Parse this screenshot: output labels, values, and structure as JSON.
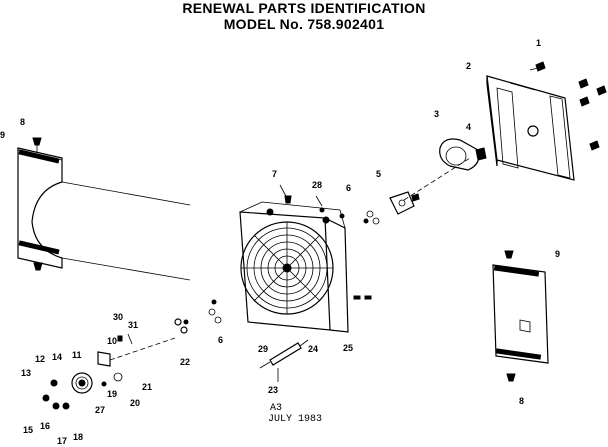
{
  "title": {
    "line1": "RENEWAL PARTS IDENTIFICATION",
    "line2": "MODEL No. 758.902401"
  },
  "stamp": {
    "code": "A3",
    "date": "JULY 1983"
  },
  "callouts": {
    "c1": "1",
    "c2": "2",
    "c3": "3",
    "c4": "4",
    "c5": "5",
    "c6a": "6",
    "c6b": "6",
    "c7": "7",
    "c8a": "8",
    "c8b": "8",
    "c9a": "9",
    "c9b": "9",
    "c10": "10",
    "c11": "11",
    "c12": "12",
    "c13": "13",
    "c14": "14",
    "c15": "15",
    "c16": "16",
    "c17": "17",
    "c18": "18",
    "c19": "19",
    "c20": "20",
    "c21": "21",
    "c22": "22",
    "c23": "23",
    "c24": "24",
    "c25": "25",
    "c27": "27",
    "c28": "28",
    "c29": "29",
    "c30": "30",
    "c31": "31"
  }
}
